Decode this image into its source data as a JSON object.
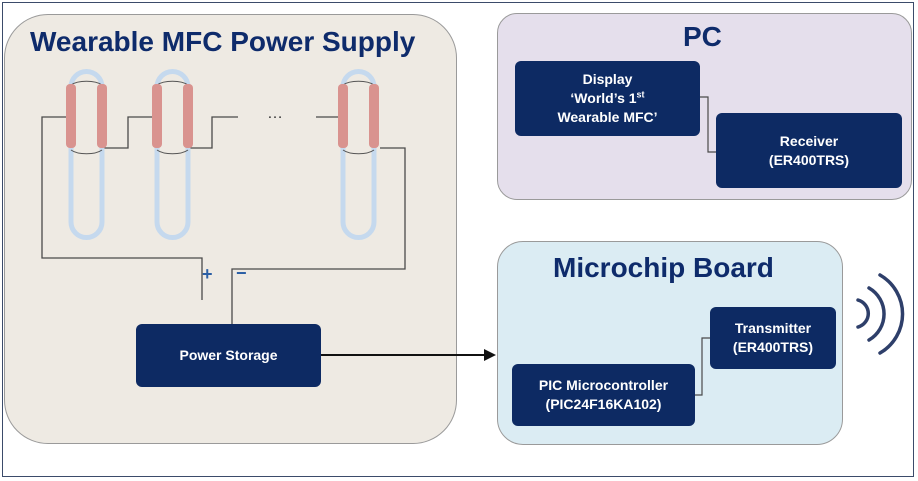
{
  "supply": {
    "title": "Wearable MFC Power Supply",
    "ellipsis": "…",
    "plus": "+",
    "minus": "−",
    "power_storage": "Power Storage"
  },
  "pc": {
    "title": "PC",
    "display_line1": "Display",
    "display_line2_pre": "‘World’s 1",
    "display_line2_sup": "st",
    "display_line3": "Wearable MFC’",
    "receiver_line1": "Receiver",
    "receiver_line2": "(ER400TRS)"
  },
  "micro": {
    "title": "Microchip Board",
    "pic_line1": "PIC Microcontroller",
    "pic_line2": "(PIC24F16KA102)",
    "tx_line1": "Transmitter",
    "tx_line2": "(ER400TRS)"
  },
  "colors": {
    "navy": "#0d2a63",
    "title_blue": "#0e2b6b",
    "supply_bg": "#eeeae3",
    "pc_bg": "#e5dfec",
    "micro_bg": "#dbecf3",
    "tube": "#c5d9ee",
    "electrode": "#d9938f",
    "wireless": "#2e3f6a"
  },
  "icons": [
    "wireless-signal-icon",
    "arrow-right-icon"
  ]
}
